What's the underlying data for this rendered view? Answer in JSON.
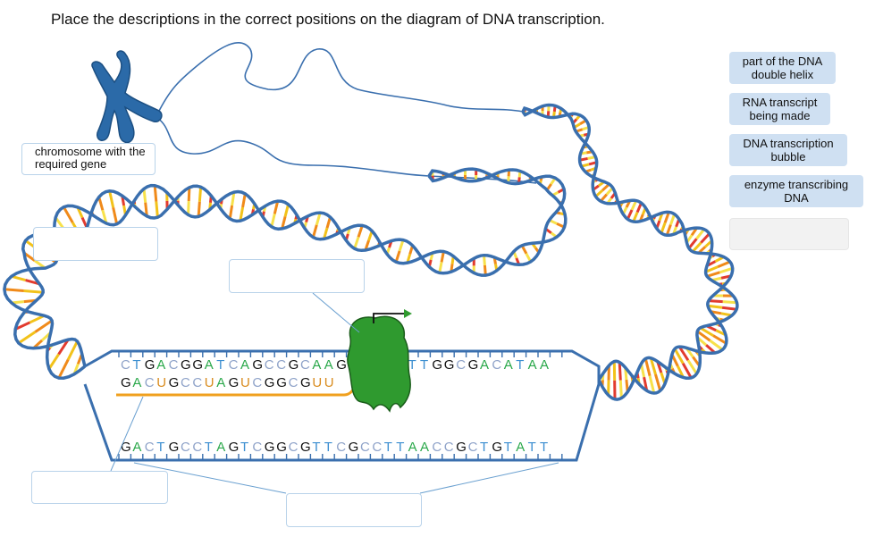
{
  "title": "Place the descriptions in the correct positions on the diagram of DNA transcription.",
  "chromosome_label": "chromosome with the required gene",
  "answer_bank": [
    "part of the DNA double helix",
    "RNA transcript being made",
    "DNA transcription bubble",
    "enzyme transcribing DNA"
  ],
  "sequences": {
    "top_strand": "CTGACGGATCAGCCGCAAGCGGTATTGGCGACATAA",
    "rna": "GACUGCCUAGUCGGCGUU",
    "bottom_strand": "GACTGCCTAGTCGGCGTTCGCCTTAACCGCTGTATT"
  },
  "colors": {
    "A": "#2aa84a",
    "C": "#8fa3c9",
    "G": "#111111",
    "T": "#3d8fd1",
    "U": "#d98c1f",
    "backbone": "#3a6fae",
    "rna_line": "#f0a01e",
    "enzyme": "#2f9a2f",
    "chip_bg": "#cfe0f2"
  }
}
